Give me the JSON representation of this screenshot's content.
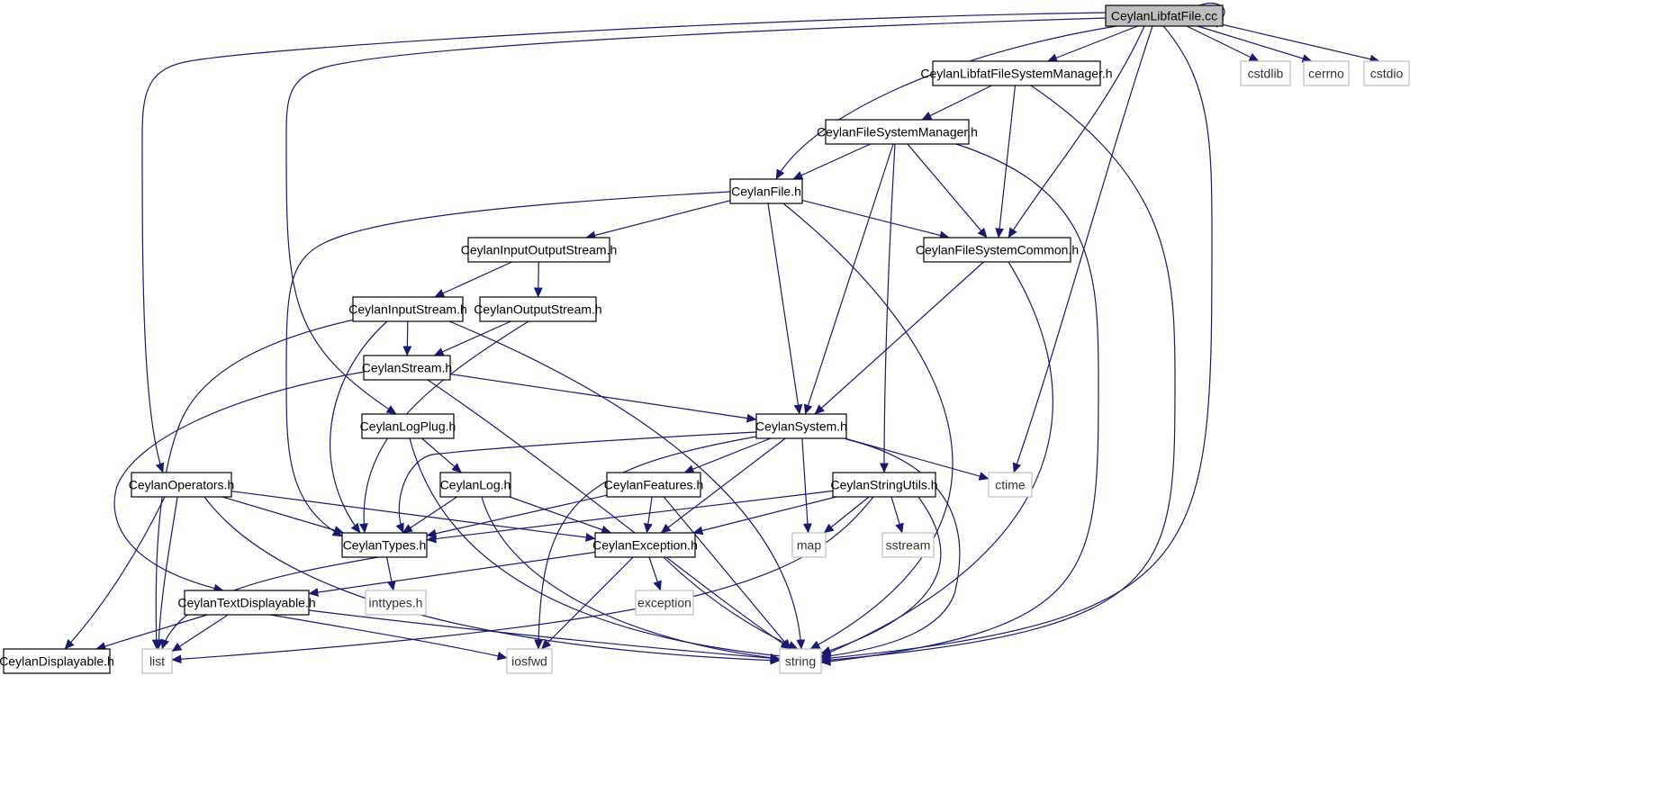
{
  "colors": {
    "edge": "#191970",
    "local_border": "#000000",
    "local_fill": "#ffffff",
    "root_fill": "#bfbfbf",
    "system_border": "#bfbfbf",
    "system_text": "#333333"
  },
  "nodes": [
    {
      "id": "libfat_cc",
      "label": "CeylanLibfatFile.cc",
      "kind": "root"
    },
    {
      "id": "libfat_fsm",
      "label": "CeylanLibfatFileSystemManager.h",
      "kind": "local"
    },
    {
      "id": "cstdlib",
      "label": "cstdlib",
      "kind": "system"
    },
    {
      "id": "cerrno",
      "label": "cerrno",
      "kind": "system"
    },
    {
      "id": "cstdio",
      "label": "cstdio",
      "kind": "system"
    },
    {
      "id": "fsm",
      "label": "CeylanFileSystemManager.h",
      "kind": "local"
    },
    {
      "id": "file",
      "label": "CeylanFile.h",
      "kind": "local"
    },
    {
      "id": "ios",
      "label": "CeylanInputOutputStream.h",
      "kind": "local"
    },
    {
      "id": "fsc",
      "label": "CeylanFileSystemCommon.h",
      "kind": "local"
    },
    {
      "id": "istream",
      "label": "CeylanInputStream.h",
      "kind": "local"
    },
    {
      "id": "ostream",
      "label": "CeylanOutputStream.h",
      "kind": "local"
    },
    {
      "id": "stream",
      "label": "CeylanStream.h",
      "kind": "local"
    },
    {
      "id": "logplug",
      "label": "CeylanLogPlug.h",
      "kind": "local"
    },
    {
      "id": "system",
      "label": "CeylanSystem.h",
      "kind": "local"
    },
    {
      "id": "operators",
      "label": "CeylanOperators.h",
      "kind": "local"
    },
    {
      "id": "log",
      "label": "CeylanLog.h",
      "kind": "local"
    },
    {
      "id": "features",
      "label": "CeylanFeatures.h",
      "kind": "local"
    },
    {
      "id": "strutils",
      "label": "CeylanStringUtils.h",
      "kind": "local"
    },
    {
      "id": "ctime",
      "label": "ctime",
      "kind": "system"
    },
    {
      "id": "types",
      "label": "CeylanTypes.h",
      "kind": "local"
    },
    {
      "id": "exception",
      "label": "CeylanException.h",
      "kind": "local"
    },
    {
      "id": "map",
      "label": "map",
      "kind": "system"
    },
    {
      "id": "sstream",
      "label": "sstream",
      "kind": "system"
    },
    {
      "id": "textdisp",
      "label": "CeylanTextDisplayable.h",
      "kind": "local"
    },
    {
      "id": "inttypes",
      "label": "inttypes.h",
      "kind": "system"
    },
    {
      "id": "exc_std",
      "label": "exception",
      "kind": "system"
    },
    {
      "id": "displayable",
      "label": "CeylanDisplayable.h",
      "kind": "local"
    },
    {
      "id": "list",
      "label": "list",
      "kind": "system"
    },
    {
      "id": "iosfwd",
      "label": "iosfwd",
      "kind": "system"
    },
    {
      "id": "string",
      "label": "string",
      "kind": "system"
    }
  ],
  "edges": [
    {
      "from": "libfat_cc",
      "to": "libfat_cc"
    },
    {
      "from": "libfat_cc",
      "to": "libfat_fsm"
    },
    {
      "from": "libfat_cc",
      "to": "cstdlib"
    },
    {
      "from": "libfat_cc",
      "to": "cerrno"
    },
    {
      "from": "libfat_cc",
      "to": "cstdio"
    },
    {
      "from": "libfat_cc",
      "to": "file"
    },
    {
      "from": "libfat_cc",
      "to": "fsc"
    },
    {
      "from": "libfat_cc",
      "to": "ctime"
    },
    {
      "from": "libfat_cc",
      "to": "string"
    },
    {
      "from": "libfat_cc",
      "to": "operators"
    },
    {
      "from": "libfat_cc",
      "to": "logplug"
    },
    {
      "from": "libfat_fsm",
      "to": "fsm"
    },
    {
      "from": "libfat_fsm",
      "to": "fsc"
    },
    {
      "from": "libfat_fsm",
      "to": "string"
    },
    {
      "from": "fsm",
      "to": "file"
    },
    {
      "from": "fsm",
      "to": "fsc"
    },
    {
      "from": "fsm",
      "to": "system"
    },
    {
      "from": "fsm",
      "to": "strutils"
    },
    {
      "from": "fsm",
      "to": "string"
    },
    {
      "from": "file",
      "to": "ios"
    },
    {
      "from": "file",
      "to": "fsc"
    },
    {
      "from": "file",
      "to": "system"
    },
    {
      "from": "file",
      "to": "types"
    },
    {
      "from": "file",
      "to": "string"
    },
    {
      "from": "fsc",
      "to": "system"
    },
    {
      "from": "fsc",
      "to": "string"
    },
    {
      "from": "ios",
      "to": "istream"
    },
    {
      "from": "ios",
      "to": "ostream"
    },
    {
      "from": "istream",
      "to": "stream"
    },
    {
      "from": "istream",
      "to": "types"
    },
    {
      "from": "istream",
      "to": "list"
    },
    {
      "from": "istream",
      "to": "string"
    },
    {
      "from": "ostream",
      "to": "stream"
    },
    {
      "from": "ostream",
      "to": "types"
    },
    {
      "from": "stream",
      "to": "system"
    },
    {
      "from": "stream",
      "to": "textdisp"
    },
    {
      "from": "stream",
      "to": "string"
    },
    {
      "from": "logplug",
      "to": "log"
    },
    {
      "from": "logplug",
      "to": "string"
    },
    {
      "from": "system",
      "to": "features"
    },
    {
      "from": "system",
      "to": "exception"
    },
    {
      "from": "system",
      "to": "types"
    },
    {
      "from": "system",
      "to": "ctime"
    },
    {
      "from": "system",
      "to": "map"
    },
    {
      "from": "system",
      "to": "iosfwd"
    },
    {
      "from": "system",
      "to": "string"
    },
    {
      "from": "operators",
      "to": "types"
    },
    {
      "from": "operators",
      "to": "exception"
    },
    {
      "from": "operators",
      "to": "displayable"
    },
    {
      "from": "operators",
      "to": "list"
    },
    {
      "from": "operators",
      "to": "string"
    },
    {
      "from": "log",
      "to": "types"
    },
    {
      "from": "log",
      "to": "exception"
    },
    {
      "from": "log",
      "to": "string"
    },
    {
      "from": "features",
      "to": "types"
    },
    {
      "from": "features",
      "to": "exception"
    },
    {
      "from": "features",
      "to": "string"
    },
    {
      "from": "strutils",
      "to": "types"
    },
    {
      "from": "strutils",
      "to": "exception"
    },
    {
      "from": "strutils",
      "to": "map"
    },
    {
      "from": "strutils",
      "to": "sstream"
    },
    {
      "from": "strutils",
      "to": "list"
    },
    {
      "from": "strutils",
      "to": "string"
    },
    {
      "from": "types",
      "to": "inttypes"
    },
    {
      "from": "types",
      "to": "list"
    },
    {
      "from": "exception",
      "to": "textdisp"
    },
    {
      "from": "exception",
      "to": "exc_std"
    },
    {
      "from": "exception",
      "to": "iosfwd"
    },
    {
      "from": "exception",
      "to": "string"
    },
    {
      "from": "textdisp",
      "to": "displayable"
    },
    {
      "from": "textdisp",
      "to": "list"
    },
    {
      "from": "textdisp",
      "to": "iosfwd"
    },
    {
      "from": "textdisp",
      "to": "string"
    }
  ]
}
